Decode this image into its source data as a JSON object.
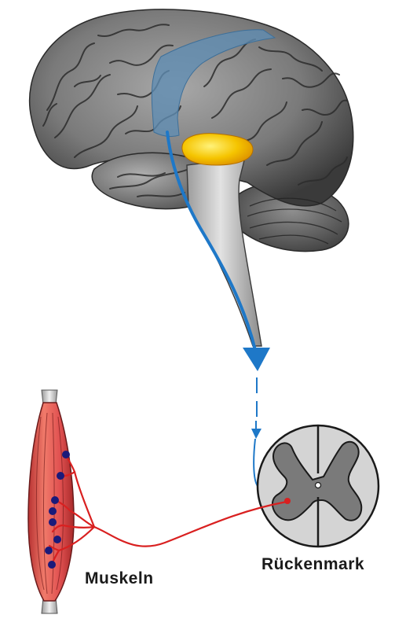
{
  "labels": {
    "muscles": "Muskeln",
    "spinal_cord": "Rückenmark"
  },
  "colors": {
    "background": "#ffffff",
    "brain_gray": "#8c8c8c",
    "motor_cortex_blue": "#5f8db3",
    "thalamus_yellow": "#f2b400",
    "brainstem_gray": "#c4c4c4",
    "pathway_blue": "#1e78c8",
    "nerve_red": "#d92020",
    "muscle_red": "#e05050",
    "neuron_dot_navy": "#1a1a7a",
    "spinal_gray_matter": "#7a7a7a",
    "spinal_white_matter": "#d4d4d4"
  },
  "icons": {
    "brain": "brain-illustration",
    "spinal_cord": "spinal-cord-cross-section",
    "muscle": "muscle-illustration"
  }
}
